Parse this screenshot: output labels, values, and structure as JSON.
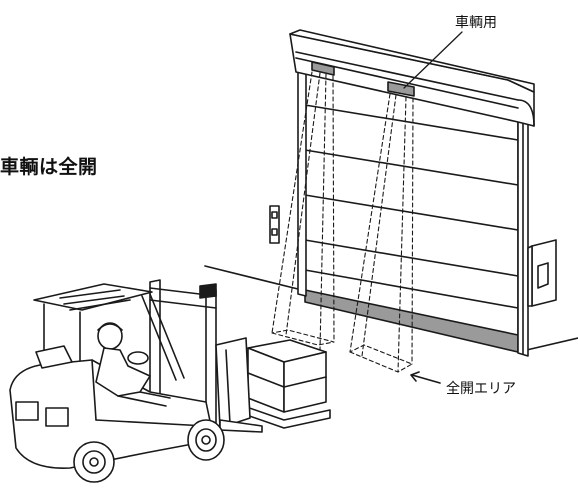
{
  "title": "車輌は全開",
  "labels": {
    "vehicle_sensor": "車輌用",
    "full_open_area": "全開エリア"
  },
  "colors": {
    "line": "#1a1a1a",
    "bottom_strip": "#9a9a9a",
    "background": "#ffffff"
  }
}
